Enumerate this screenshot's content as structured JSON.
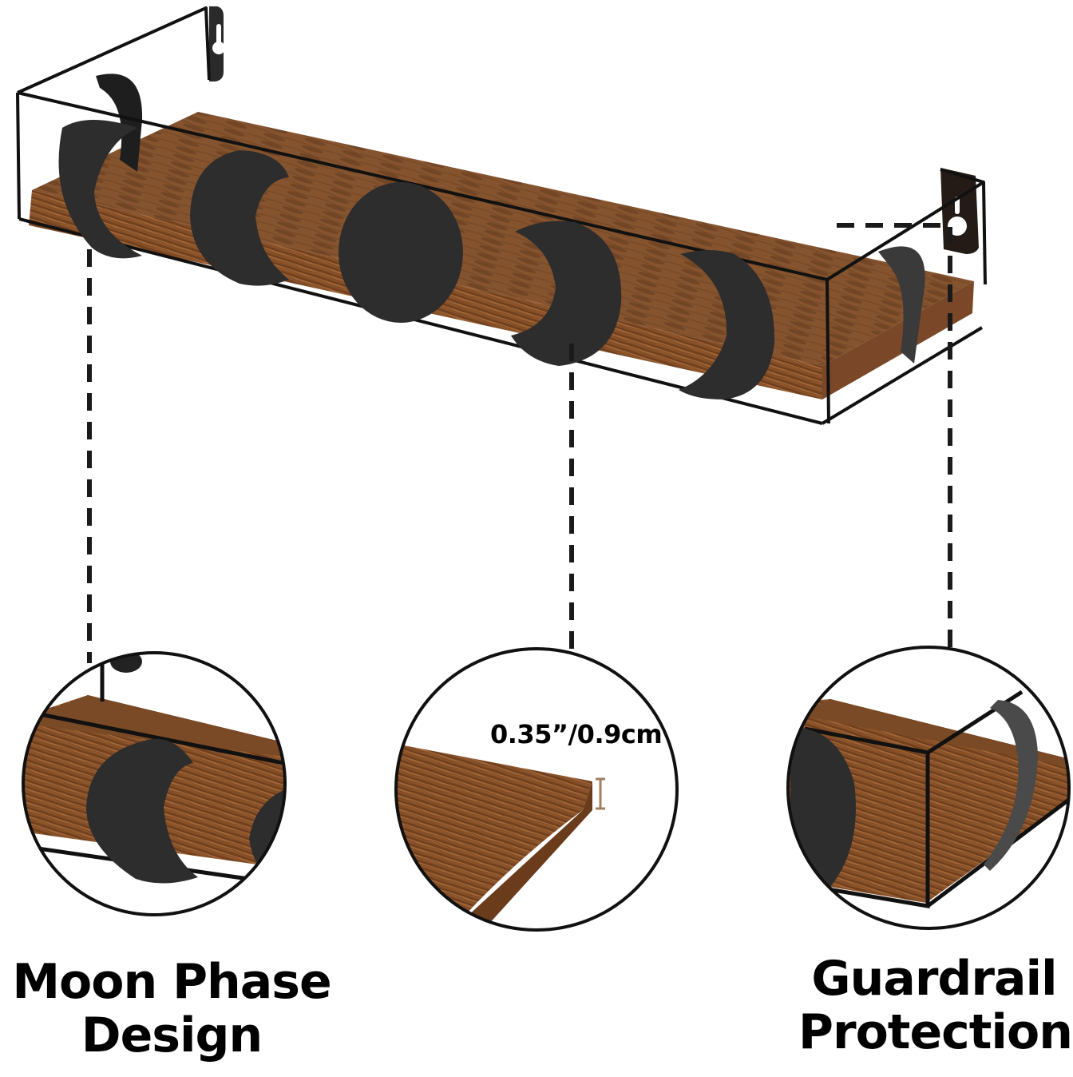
{
  "product": {
    "name": "Moon phase floating wall shelf",
    "colors": {
      "wood_light": "#a86a3a",
      "wood_mid": "#8a5128",
      "wood_dark": "#5a3318",
      "metal": "#2e2e2e",
      "frame": "#111111",
      "background": "#ffffff",
      "dimension_marker": "#a08060"
    },
    "moon_phases": [
      "waxing-crescent",
      "waxing-gibbous",
      "full-moon",
      "waning-gibbous",
      "waning-crescent"
    ]
  },
  "callouts": [
    {
      "id": "moon-phase",
      "title_line1": "Moon Phase",
      "title_line2": "Design"
    },
    {
      "id": "thickness",
      "dimension": "0.35”/0.9cm"
    },
    {
      "id": "guardrail",
      "title_line1": "Guardrail",
      "title_line2": "Protection"
    }
  ]
}
